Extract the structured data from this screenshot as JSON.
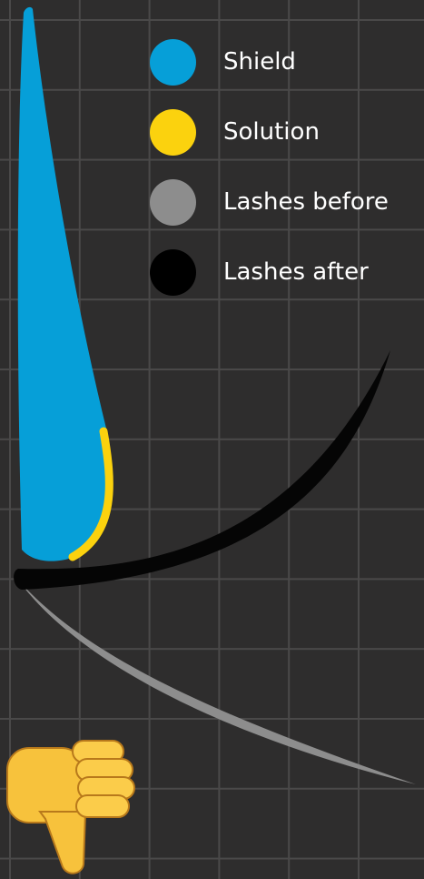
{
  "legend": {
    "items": [
      {
        "label": "Shield",
        "color": "#069fd8"
      },
      {
        "label": "Solution",
        "color": "#fbd20e"
      },
      {
        "label": "Lashes before",
        "color": "#8d8d8d"
      },
      {
        "label": "Lashes after",
        "color": "#000000"
      }
    ]
  },
  "colors": {
    "background": "#2e2d2d",
    "grid": "#4a4949",
    "shield": "#069fd8",
    "solution": "#fbd20e",
    "lashes_before": "#8d8d8d",
    "lashes_after": "#000000"
  },
  "icons": {
    "thumbs_down": "thumbs-down-icon"
  }
}
